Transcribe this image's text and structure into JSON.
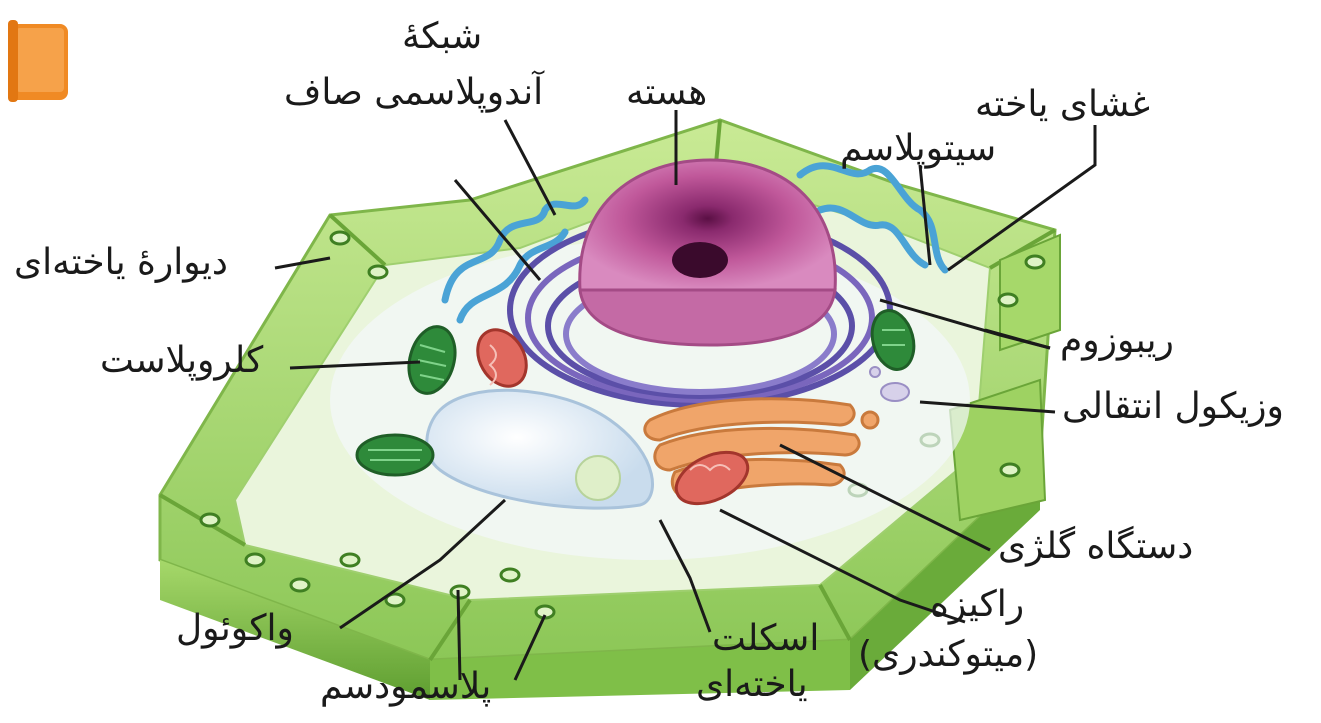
{
  "labels": {
    "smooth_er_line1": "شبکهٔ",
    "smooth_er_line2": "آندوپلاسمی صاف",
    "nucleus": "هسته",
    "cell_membrane": "غشای یاخته",
    "cytoplasm": "سیتوپلاسم",
    "cell_wall": "دیوارهٔ یاخته‌ای",
    "chloroplast": "کلروپلاست",
    "ribosome": "ریبوزوم",
    "transport_vesicle": "وزیکول انتقالی",
    "golgi": "دستگاه گلژی",
    "mitochondria_line1": "راکیزه",
    "mitochondria_line2": "(میتوکندری)",
    "cytoskeleton_line1": "اسکلت",
    "cytoskeleton_line2": "یاخته‌ای",
    "vacuole": "واکوئول",
    "plasmodesma": "پلاسمودسم"
  },
  "colors": {
    "book_icon": "#f08a24",
    "cell_wall": "#a6d86a",
    "cell_wall_dark": "#6fae3a",
    "nucleus": "#c0589a",
    "er": "#5b7fc7",
    "golgi": "#f0a56a",
    "vacuole": "#dbe8f4",
    "chloroplast": "#2e8a3a",
    "mitochondria": "#d9534f",
    "leader_line": "#1a1a1a"
  },
  "icons": {
    "corner": "book-icon"
  }
}
